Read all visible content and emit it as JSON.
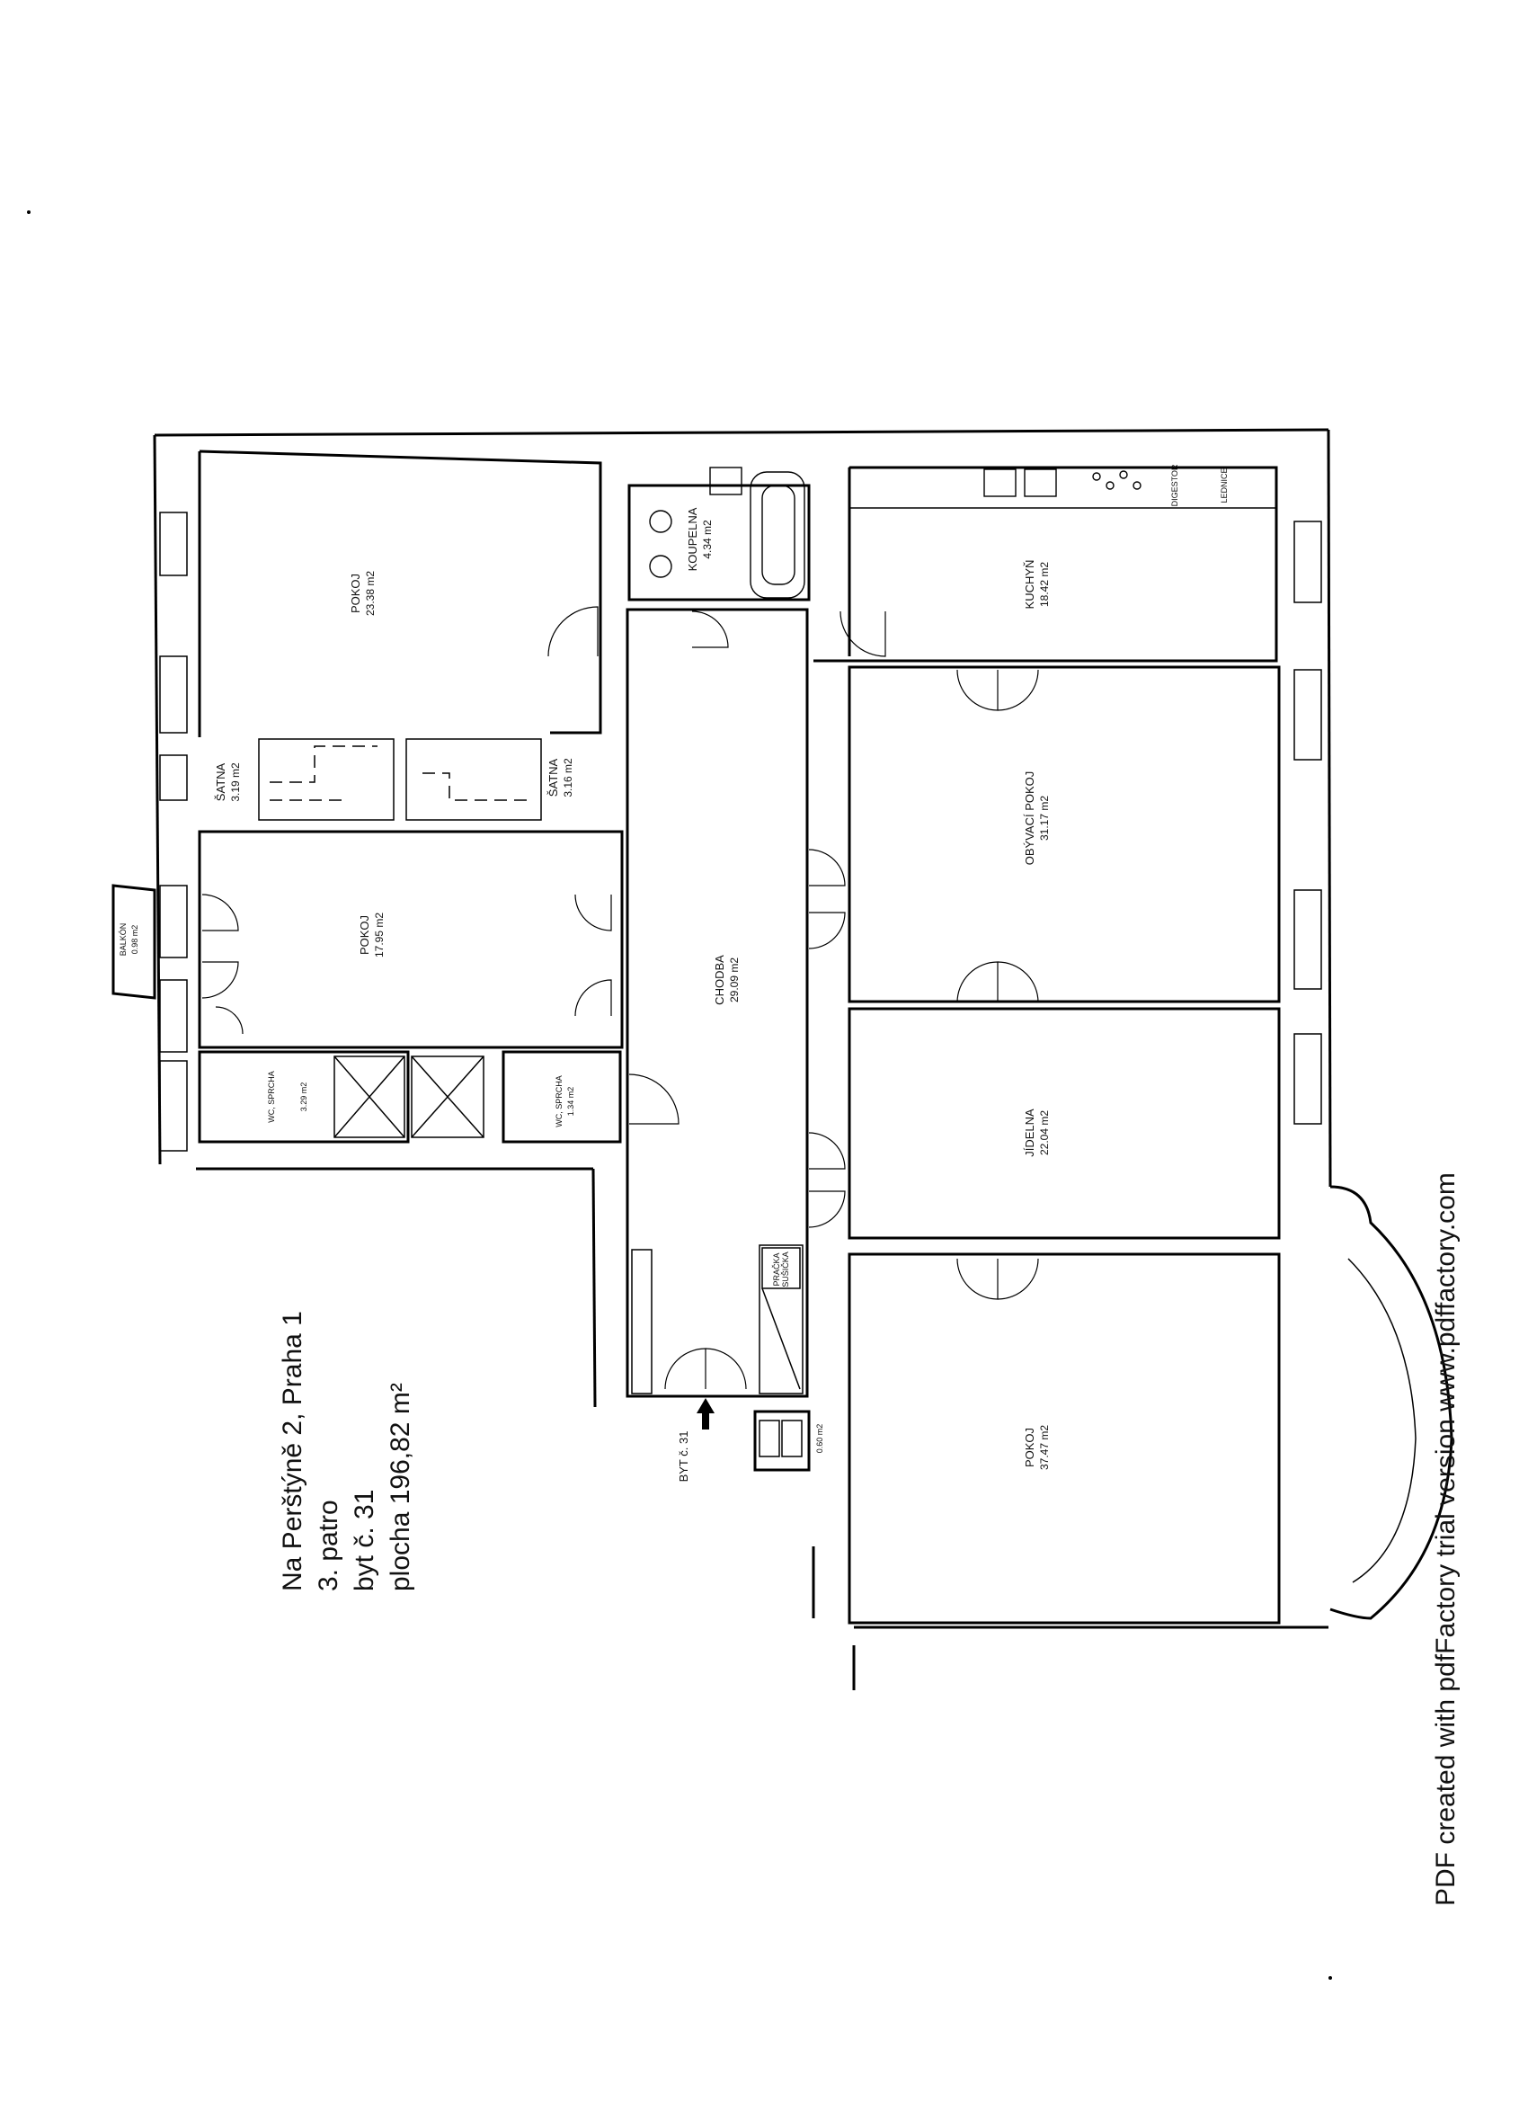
{
  "rooms": {
    "pokoj_top": {
      "name": "POKOJ",
      "area": "23.38 m2"
    },
    "satna_left": {
      "name": "ŠATNA",
      "area": "3.19 m2"
    },
    "satna_right": {
      "name": "ŠATNA",
      "area": "3.16 m2"
    },
    "koupelna": {
      "name": "KOUPELNA",
      "area": "4.34 m2"
    },
    "kuchyn": {
      "name": "KUCHYŇ",
      "area": "18.42 m2"
    },
    "pokoj_mid": {
      "name": "POKOJ",
      "area": "17.95 m2"
    },
    "balkon": {
      "name": "BALKÓN",
      "area": "0.98 m2"
    },
    "chodba": {
      "name": "CHODBA",
      "area": "29.09 m2"
    },
    "obyvaci": {
      "name": "OBÝVACÍ POKOJ",
      "area": "31.17 m2"
    },
    "wc1": {
      "name": "WC, SPRCHA",
      "area": "3.29 m2"
    },
    "wc2": {
      "name": "WC, SPRCHA",
      "area": "1.34 m2"
    },
    "jidelna": {
      "name": "JÍDELNA",
      "area": "22.04 m2"
    },
    "pokoj_big": {
      "name": "POKOJ",
      "area": "37.47 m2"
    },
    "komora": {
      "name": "",
      "area": "0.60 m2"
    }
  },
  "fixtures": {
    "pracka": "PRAČKA SUŠIČKA",
    "digestor": "DIGESTOŘ",
    "lednice": "LEDNICE"
  },
  "entrance_label": "BYT č. 31",
  "address_block": {
    "line1": "Na Perštýně 2, Praha 1",
    "line2": "3. patro",
    "line3": "byt č. 31",
    "line4": "plocha  196,82 m²"
  },
  "footer": "PDF created with pdfFactory trial version www.pdffactory.com"
}
